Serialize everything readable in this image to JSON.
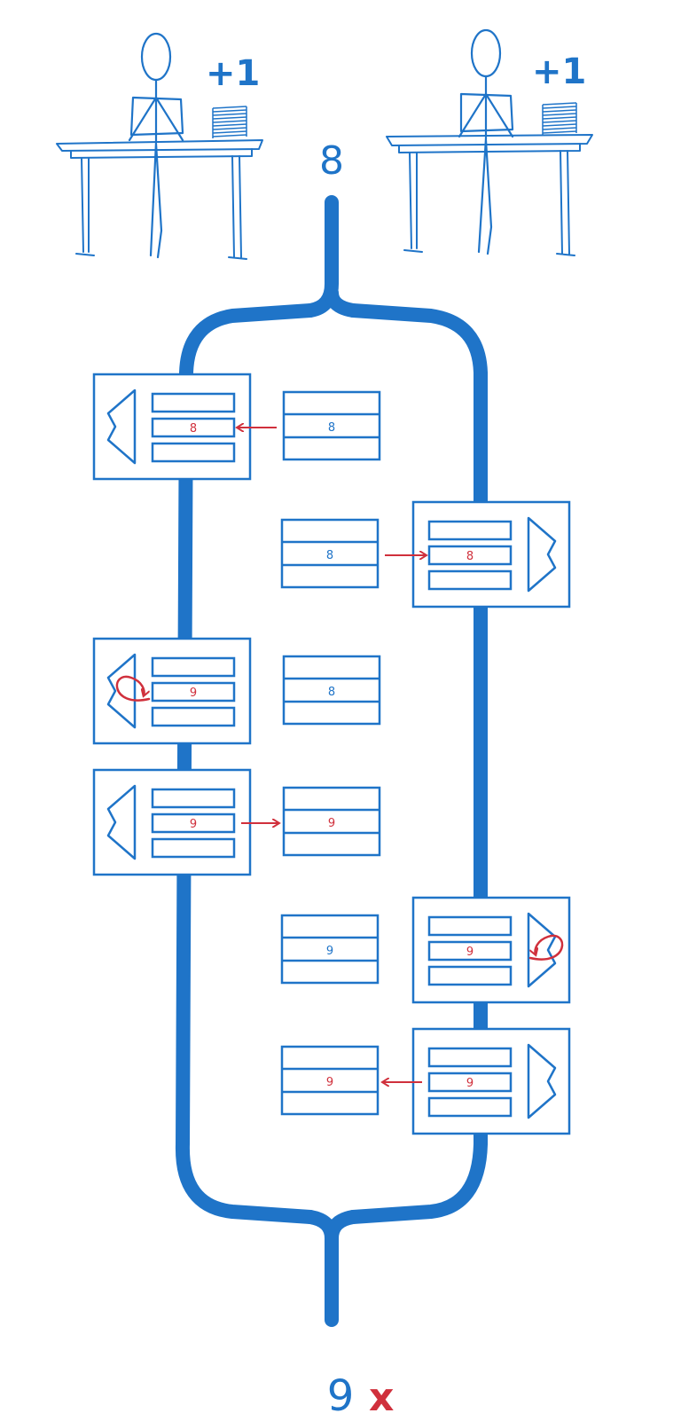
{
  "colors": {
    "blue": "#1f74c8",
    "red": "#d0303c",
    "background": "#ffffff"
  },
  "workers": [
    {
      "increment_label": "+1"
    },
    {
      "increment_label": "+1"
    }
  ],
  "start_value": "8",
  "end": {
    "value": "9",
    "mark": "x"
  },
  "steps": [
    {
      "side": "left",
      "register_value": "8",
      "memory_value": "8",
      "arrow": "memory-to-register",
      "icon": "cpu-core-icon"
    },
    {
      "side": "right",
      "register_value": "8",
      "memory_value": "8",
      "arrow": "memory-to-register",
      "icon": "cpu-core-icon"
    },
    {
      "side": "left",
      "register_value": "9",
      "memory_value": "8",
      "arrow": "increment-loop",
      "icon": "increment-loop-icon"
    },
    {
      "side": "left",
      "register_value": "9",
      "memory_value": "9",
      "arrow": "register-to-memory",
      "icon": "cpu-core-icon"
    },
    {
      "side": "right",
      "register_value": "9",
      "memory_value": "9",
      "arrow": "increment-loop",
      "icon": "increment-loop-icon"
    },
    {
      "side": "right",
      "register_value": "9",
      "memory_value": "9",
      "arrow": "register-to-memory",
      "icon": "cpu-core-icon"
    }
  ]
}
